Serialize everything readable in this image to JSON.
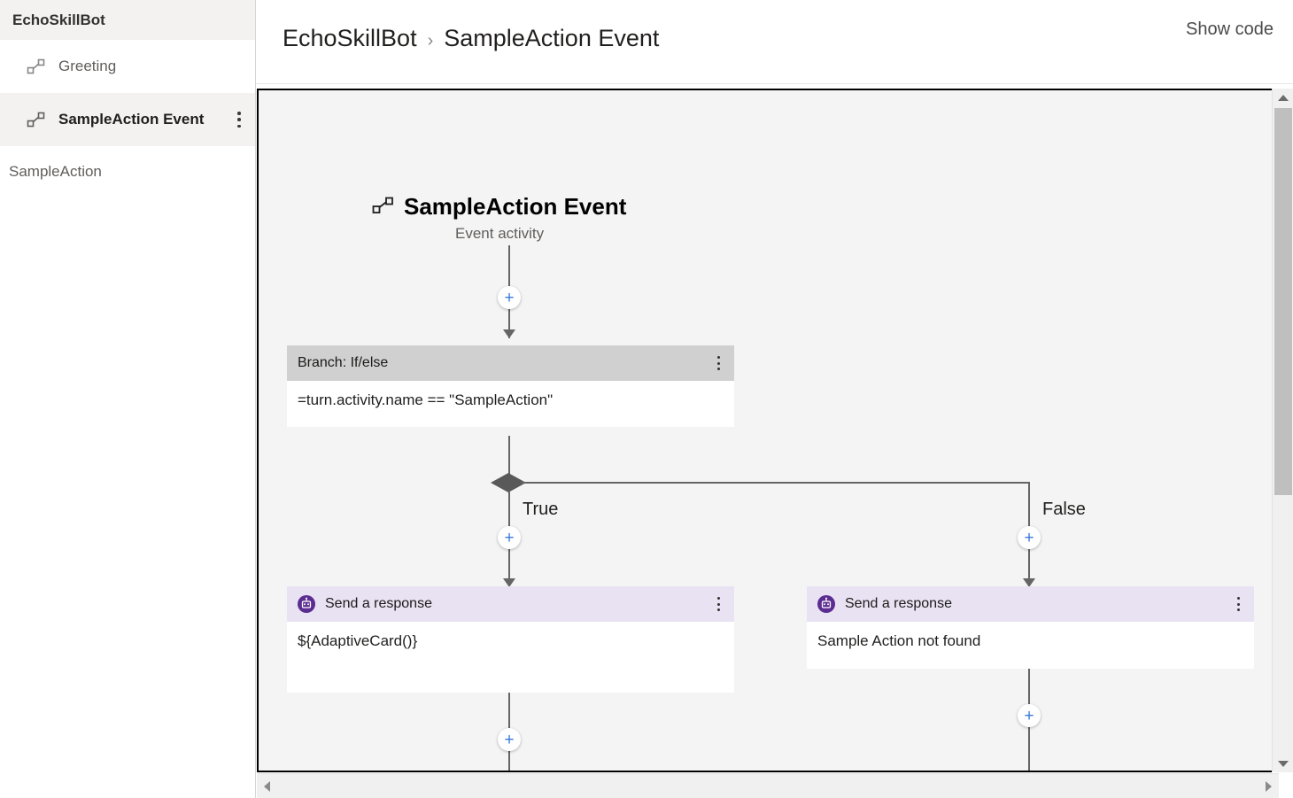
{
  "sidebar": {
    "header": "EchoSkillBot",
    "items": [
      {
        "label": "Greeting",
        "icon": "trigger-icon",
        "selected": false,
        "has_menu": false
      },
      {
        "label": "SampleAction Event",
        "icon": "trigger-icon",
        "selected": true,
        "has_menu": true
      }
    ],
    "section_label": "SampleAction"
  },
  "header": {
    "breadcrumb_root": "EchoSkillBot",
    "breadcrumb_sep": "›",
    "breadcrumb_current": "SampleAction Event",
    "show_code": "Show code"
  },
  "canvas": {
    "trigger": {
      "title": "SampleAction Event",
      "subtitle": "Event activity",
      "icon": "trigger-icon"
    },
    "branch": {
      "header": "Branch: If/else",
      "condition": "=turn.activity.name == \"SampleAction\"",
      "menu_icon": "more-vertical-icon"
    },
    "edge_labels": {
      "true": "True",
      "false": "False"
    },
    "nodes": [
      {
        "header": "Send a response",
        "body": "${AdaptiveCard()}",
        "icon": "bot-icon",
        "menu_icon": "more-vertical-icon",
        "branch": "true"
      },
      {
        "header": "Send a response",
        "body": "Sample Action not found",
        "icon": "bot-icon",
        "menu_icon": "more-vertical-icon",
        "branch": "false"
      }
    ],
    "add_button_label": "+"
  },
  "colors": {
    "branch_header": "#d0d0d0",
    "response_header": "#e9e2f3",
    "bot_icon": "#5c2d91",
    "plus": "#3b78d8",
    "canvas_bg": "#f4f4f4",
    "sidebar_selected": "#f3f2f1",
    "connector": "#656565"
  },
  "scrollbars": {
    "vertical": {
      "up": "scroll-up-icon",
      "down": "scroll-down-icon",
      "thumb": "vertical-scroll-thumb"
    },
    "horizontal": {
      "left": "scroll-left-icon",
      "right": "scroll-right-icon"
    }
  }
}
